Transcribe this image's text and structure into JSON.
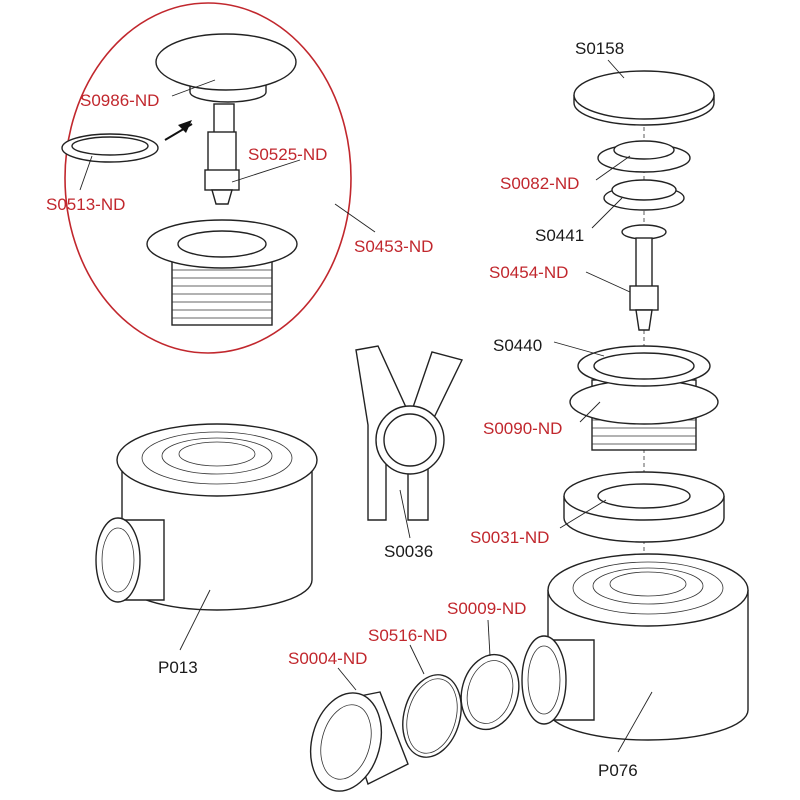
{
  "colors": {
    "kit_label": "#c1272d",
    "part_label": "#1a1a1a",
    "kit_outline": "#c1272d"
  },
  "labels": {
    "s0986": "S0986-ND",
    "s0513": "S0513-ND",
    "s0525": "S0525-ND",
    "s0453": "S0453-ND",
    "s0158": "S0158",
    "s0082": "S0082-ND",
    "s0441": "S0441",
    "s0454": "S0454-ND",
    "s0440": "S0440",
    "s0090": "S0090-ND",
    "s0031": "S0031-ND",
    "s0036": "S0036",
    "p013": "P013",
    "s0009": "S0009-ND",
    "s0516": "S0516-ND",
    "s0004": "S0004-ND",
    "p076": "P076"
  }
}
